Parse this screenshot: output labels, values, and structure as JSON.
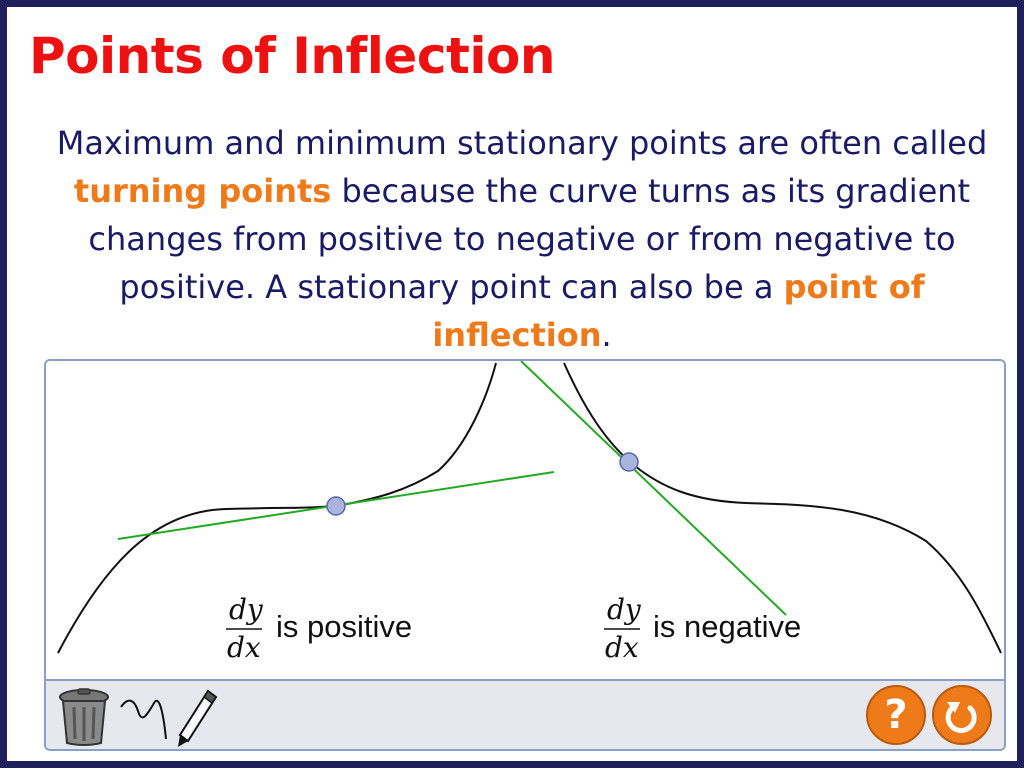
{
  "title": "Points of Inflection",
  "paragraph": {
    "part1": "Maximum and minimum stationary points are often called ",
    "highlight1": "turning points",
    "part2": " because the curve turns as its gradient changes from positive to negative or from negative to positive. A stationary point can also be a ",
    "highlight2": "point of inflection",
    "part3": "."
  },
  "graphs": {
    "left": {
      "numerator": "dy",
      "denominator": "dx",
      "label": "is positive"
    },
    "right": {
      "numerator": "dy",
      "denominator": "dx",
      "label": "is negative"
    }
  },
  "toolbar": {
    "help_label": "?",
    "tools": [
      "trash-icon",
      "freehand-line-icon",
      "pencil-icon"
    ],
    "buttons": [
      "help-button",
      "reset-button"
    ]
  },
  "colors": {
    "title": "#ee1111",
    "text": "#1a1a66",
    "highlight": "#ef7a1a",
    "tangent": "#22aa22",
    "point": "#aab4dd",
    "frame": "#1f1f5c"
  }
}
